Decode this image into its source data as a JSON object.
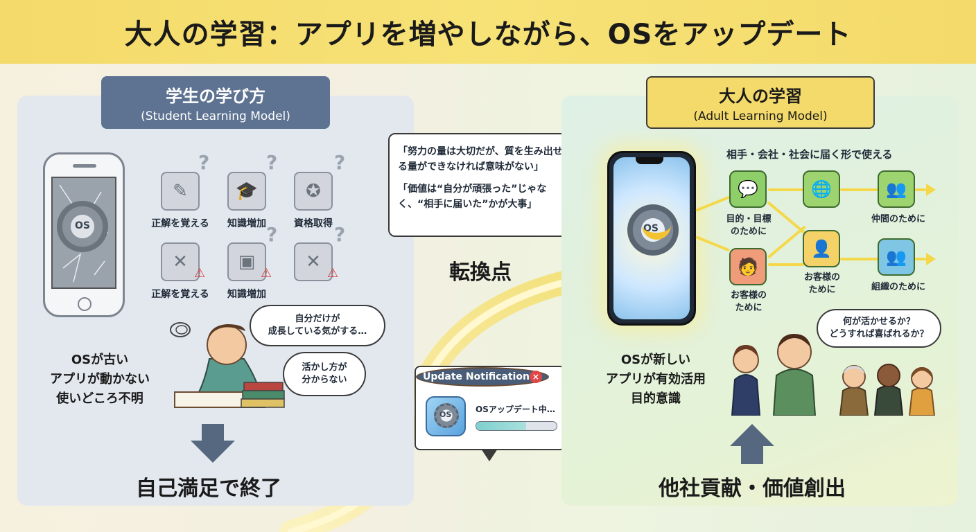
{
  "title": "大人の学習：アプリを増やしながら、OSをアップデート",
  "left": {
    "label_main": "学生の学び方",
    "label_sub": "(Student Learning Model)",
    "phone_os_label": "OS",
    "skills_row1": [
      "正解を覚える",
      "知識増加",
      "資格取得"
    ],
    "skills_row2": [
      "正解を覚える",
      "知識増加"
    ],
    "bubble1": "自分だけが\n成長している気がする…",
    "bubble2": "活かし方が\n分からない",
    "status_line1": "OSが古い",
    "status_line2": "アプリが動かない",
    "status_line3": "使いどころ不明",
    "outcome": "自己満足で終了"
  },
  "center": {
    "quote1": "「努力の量は大切だが、質を生み出せる量ができなければ意味がない」",
    "quote2": "「価値は“自分が頑張った”じゃなく、“相手に届いた”かが大事」",
    "turning_point": "転換点",
    "notification": {
      "title": "Update Notification",
      "close_icon": "×",
      "app_os_label": "OS",
      "message": "OSアップデート中…",
      "progress": 0.62
    }
  },
  "right": {
    "label_main": "大人の学習",
    "label_sub": "(Adult Learning Model)",
    "phone_os_label": "OS",
    "use_heading": "相手・会社・社会に届く形で使える",
    "nodes": [
      {
        "label": "目的・目標\nのために",
        "icon": "chat-icon"
      },
      {
        "label": "",
        "icon": "globe-icon"
      },
      {
        "label": "仲間のために",
        "icon": "group-icon"
      },
      {
        "label": "お客様の\nために",
        "icon": "customer-icon"
      },
      {
        "label": "お客様の\nために",
        "icon": "person-icon"
      },
      {
        "label": "組織のために",
        "icon": "team-icon"
      }
    ],
    "bubble": "何が活かせるか？\nどうすれば喜ばれるか？",
    "status_line1": "OSが新しい",
    "status_line2": "アプリが有効活用",
    "status_line3": "目的意識",
    "outcome": "他社貢献・価値創出"
  },
  "colors": {
    "title_bar": "#f4da6a",
    "left_label": "#5d7391",
    "right_label": "#f4da6a",
    "flow": "#f5d84a",
    "arrow": "#566880",
    "warning": "#d23a3a"
  }
}
